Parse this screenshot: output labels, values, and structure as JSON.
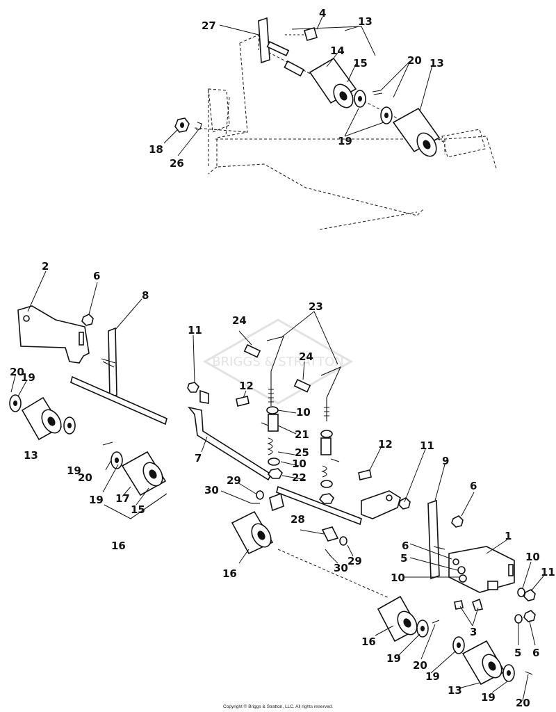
{
  "copyright": "Copyright © Briggs & Stratton, LLC. All rights reserved.",
  "watermark": "BRIGGS & STRATTON",
  "callouts": {
    "c27": "27",
    "c4": "4",
    "c13a": "13",
    "c14": "14",
    "c15a": "15",
    "c20a": "20",
    "c13b": "13",
    "c19a": "19",
    "c18": "18",
    "c26": "26",
    "c2": "2",
    "c6a": "6",
    "c8": "8",
    "c11a": "11",
    "c24a": "24",
    "c23": "23",
    "c24b": "24",
    "c20b": "20",
    "c19b": "19",
    "c12a": "12",
    "c10a": "10",
    "c13c": "13",
    "c19c": "19",
    "c21": "21",
    "c12b": "12",
    "c11b": "11",
    "c9": "9",
    "c25": "25",
    "c7": "7",
    "c10b": "10",
    "c20c": "20",
    "c22": "22",
    "c19d": "19",
    "c17": "17",
    "c15b": "15",
    "c29a": "29",
    "c30a": "30",
    "c6b": "6",
    "c16a": "16",
    "c28": "28",
    "c1": "1",
    "c16b": "16",
    "c29b": "29",
    "c30b": "30",
    "c6c": "6",
    "c5a": "5",
    "c10c": "10",
    "c10d": "10",
    "c11c": "11",
    "c3": "3",
    "c16c": "16",
    "c19e": "19",
    "c20d": "20",
    "c5b": "5",
    "c6d": "6",
    "c19f": "19",
    "c13d": "13",
    "c19g": "19",
    "c20e": "20"
  }
}
